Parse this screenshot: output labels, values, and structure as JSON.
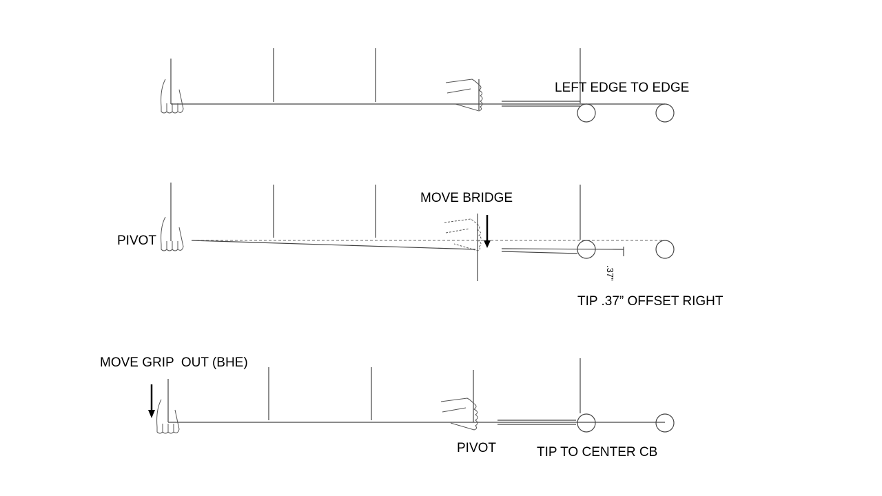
{
  "panels": [
    {
      "labels": {
        "top_right": "LEFT EDGE TO EDGE"
      }
    },
    {
      "labels": {
        "bridge": "MOVE BRIDGE",
        "pivot": "PIVOT",
        "offset": "TIP .37” OFFSET RIGHT",
        "dimension": ".37”"
      }
    },
    {
      "labels": {
        "grip": "MOVE GRIP  OUT (BHE)",
        "pivot": "PIVOT",
        "tip": "TIP TO CENTER CB"
      }
    }
  ],
  "icons": [
    "hand-icon",
    "arrow-down-icon",
    "ball-icon"
  ]
}
